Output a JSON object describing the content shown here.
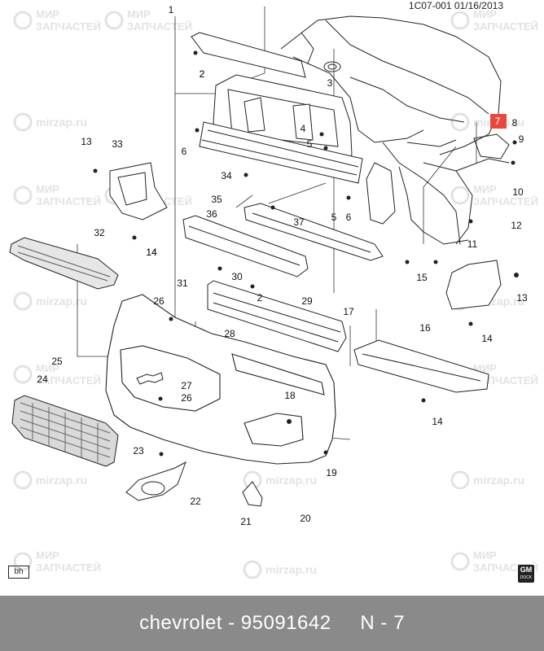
{
  "header": {
    "ref_code": "1C07-001 01/16/2013"
  },
  "badges": {
    "corner_left": "bh",
    "brand": "GM",
    "brand_sub": "DOCK"
  },
  "watermark": {
    "brand_ru_top": "МИР",
    "brand_ru_bottom": "ЗАПЧАСТЕЙ",
    "brand_domain": "mirzap.ru"
  },
  "callouts": [
    {
      "label": "1"
    },
    {
      "label": "2"
    },
    {
      "label": "3"
    },
    {
      "label": "4"
    },
    {
      "label": "5"
    },
    {
      "label": "6"
    },
    {
      "label": "7"
    },
    {
      "label": "8"
    },
    {
      "label": "9"
    },
    {
      "label": "10"
    },
    {
      "label": "11"
    },
    {
      "label": "12"
    },
    {
      "label": "13"
    },
    {
      "label": "13"
    },
    {
      "label": "14"
    },
    {
      "label": "14"
    },
    {
      "label": "14"
    },
    {
      "label": "14"
    },
    {
      "label": "15"
    },
    {
      "label": "16"
    },
    {
      "label": "17"
    },
    {
      "label": "18"
    },
    {
      "label": "19"
    },
    {
      "label": "20"
    },
    {
      "label": "21"
    },
    {
      "label": "22"
    },
    {
      "label": "23"
    },
    {
      "label": "24"
    },
    {
      "label": "25"
    },
    {
      "label": "26"
    },
    {
      "label": "26"
    },
    {
      "label": "27"
    },
    {
      "label": "28"
    },
    {
      "label": "29"
    },
    {
      "label": "30"
    },
    {
      "label": "31"
    },
    {
      "label": "32"
    },
    {
      "label": "33"
    },
    {
      "label": "34"
    },
    {
      "label": "35"
    },
    {
      "label": "36"
    },
    {
      "label": "37"
    },
    {
      "label": "2"
    },
    {
      "label": "2"
    },
    {
      "label": "5"
    },
    {
      "label": "6"
    }
  ],
  "highlight": {
    "label": "7",
    "color": "#e8473f"
  },
  "footer": {
    "text": "chevrolet - 95091642     N - 7",
    "bg": "#8a8a8a"
  }
}
